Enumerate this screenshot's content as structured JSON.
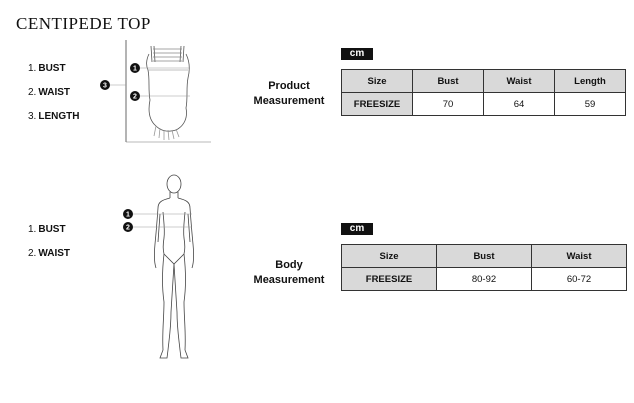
{
  "title": "CENTIPEDE TOP",
  "product": {
    "measure_list": [
      {
        "num": "1.",
        "label": "BUST"
      },
      {
        "num": "2.",
        "label": "WAIST"
      },
      {
        "num": "3.",
        "label": "LENGTH"
      }
    ],
    "section_label_line1": "Product",
    "section_label_line2": "Measurement",
    "unit": "cm",
    "headers": [
      "Size",
      "Bust",
      "Waist",
      "Length"
    ],
    "row": [
      "FREESIZE",
      "70",
      "64",
      "59"
    ],
    "markers": [
      "1",
      "2",
      "3"
    ]
  },
  "body": {
    "measure_list": [
      {
        "num": "1.",
        "label": "BUST"
      },
      {
        "num": "2.",
        "label": "WAIST"
      }
    ],
    "section_label_line1": "Body",
    "section_label_line2": "Measurement",
    "unit": "cm",
    "headers": [
      "Size",
      "Bust",
      "Waist"
    ],
    "row": [
      "FREESIZE",
      "80-92",
      "60-72"
    ],
    "markers": [
      "1",
      "2"
    ]
  }
}
